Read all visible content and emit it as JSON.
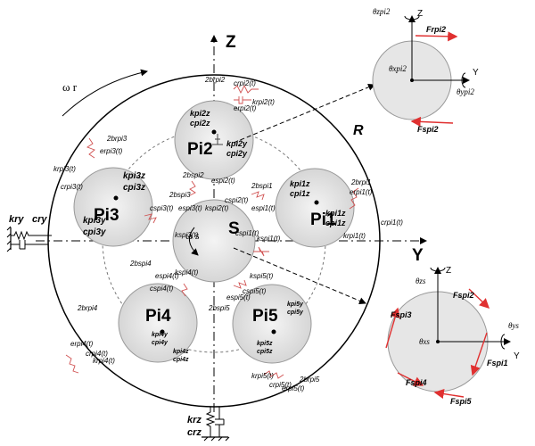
{
  "axes": {
    "z_main": "Z",
    "y_main": "Y",
    "ring_label": "R",
    "rotation_ring": "ω r",
    "rotation_sun": "ω s",
    "sun_label": "S"
  },
  "planets": [
    {
      "name": "Pi1",
      "k_z": "kpi1z",
      "c_z": "cpi1z",
      "k_y": "kpi1z",
      "c_y": "cpi1z"
    },
    {
      "name": "Pi2",
      "k_z": "kpi2z",
      "c_z": "cpi2z",
      "k_y": "kpi2y",
      "c_y": "cpi2y"
    },
    {
      "name": "Pi3",
      "k_z": "kpi3z",
      "c_z": "cpi3z",
      "k_y": "kpi3y",
      "c_y": "cpi3y"
    },
    {
      "name": "Pi4",
      "k_z": "kpi4z",
      "c_z": "cpi4z",
      "k_y": "kpi4y",
      "c_y": "cpi4y"
    },
    {
      "name": "Pi5",
      "k_z": "kpi5z",
      "c_z": "cpi5z",
      "k_y": "kpi5y",
      "c_y": "cpi5y"
    }
  ],
  "ring_support": {
    "left_k": "kry",
    "left_c": "cry",
    "bottom_k": "krz",
    "bottom_c": "crz"
  },
  "mesh_labels": {
    "rp1": [
      "2brpi1",
      "erpi1(t)",
      "krpi1(t)",
      "crpi1(t)"
    ],
    "rp2": [
      "2brpi2",
      "crpi2(t)",
      "erpi2(t)",
      "krpi2(t)"
    ],
    "rp3": [
      "2brpi3",
      "erpi3(t)",
      "krpi3(t)",
      "crpi3(t)"
    ],
    "rp4": [
      "2brpi4",
      "erpi4(t)",
      "krpi4(t)",
      "crpi4(t)"
    ],
    "rp5": [
      "2brpi5",
      "erpi5(t)",
      "krpi5(t)",
      "crpi5(t)"
    ],
    "sp1": [
      "2bspi1",
      "espi1(t)",
      "kspi1(t)",
      "cspi1(t)"
    ],
    "sp2": [
      "2bspi2",
      "espi2(t)",
      "kspi2(t)",
      "cspi2(t)"
    ],
    "sp3": [
      "2bspi3",
      "espi3(t)",
      "kspi3(t)",
      "cspi3(t)"
    ],
    "sp4": [
      "2bspi4",
      "espi4(t)",
      "kspi4(t)",
      "cspi4(t)"
    ],
    "sp5": [
      "2bspi5",
      "espi5(t)",
      "kspi5(t)",
      "cspi5(t)"
    ]
  },
  "inset_planet": {
    "axis_z": "Z",
    "axis_y": "Y",
    "theta_z": "θzpi2",
    "theta_x": "θxpi2",
    "theta_y": "θypi2",
    "force_r": "Frpi2",
    "force_s": "Fspi2"
  },
  "inset_sun": {
    "axis_z": "Z",
    "axis_y": "Y",
    "theta_z": "θzs",
    "theta_x": "θxs",
    "theta_y": "θys",
    "forces": [
      "Fspi2",
      "Fspi3",
      "Fspi1",
      "Fspi4",
      "Fspi5"
    ]
  }
}
